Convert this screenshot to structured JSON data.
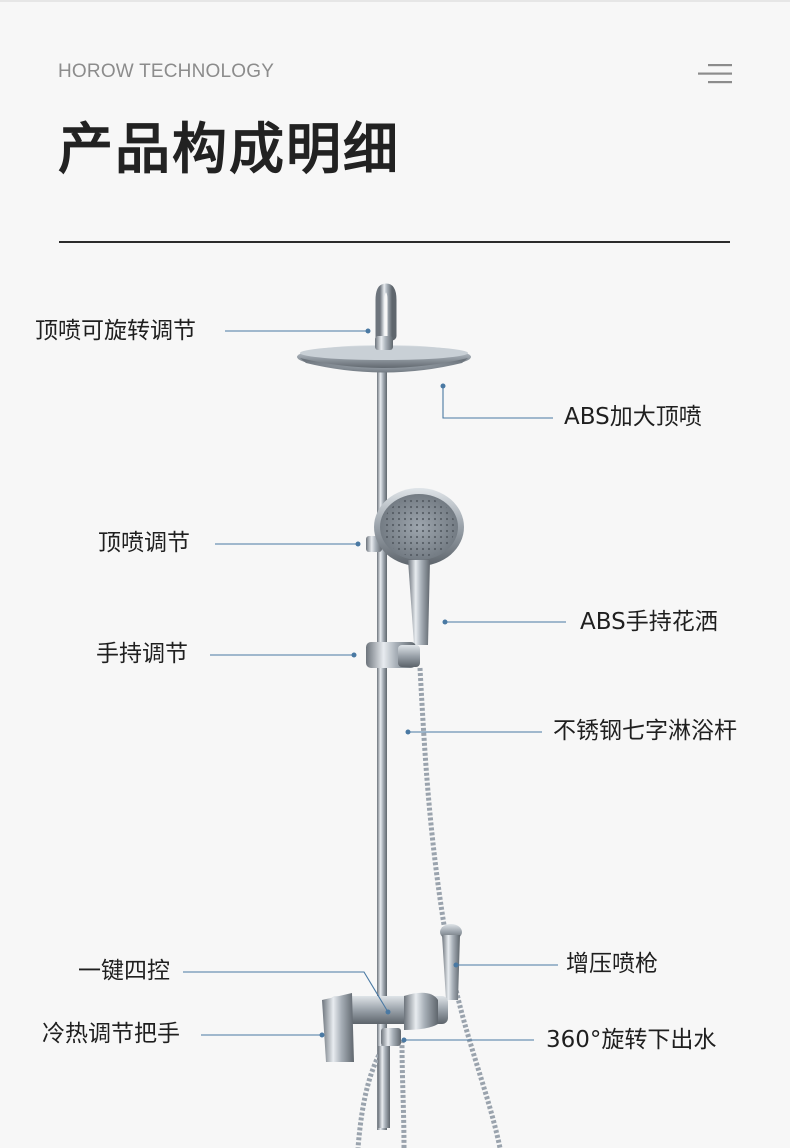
{
  "header": {
    "brand": "HOROW TECHNOLOGY",
    "title": "产品构成明细",
    "menu_icon": "menu-lines-icon"
  },
  "labels": {
    "top_spray_rotate": "顶喷可旋转调节",
    "abs_top_spray": "ABS加大顶喷",
    "top_spray_adjust": "顶喷调节",
    "abs_handheld": "ABS手持花洒",
    "handheld_adjust": "手持调节",
    "steel_bar": "不锈钢七字淋浴杆",
    "one_key_four": "一键四控",
    "pressure_gun": "增压喷枪",
    "hot_cold_handle": "冷热调节把手",
    "rotating_outlet": "360°旋转下出水"
  },
  "colors": {
    "leader_line": "#4a79a3",
    "chrome": "#9aa3ad",
    "text": "#1f1f1f",
    "brand": "#8c8c8c"
  }
}
